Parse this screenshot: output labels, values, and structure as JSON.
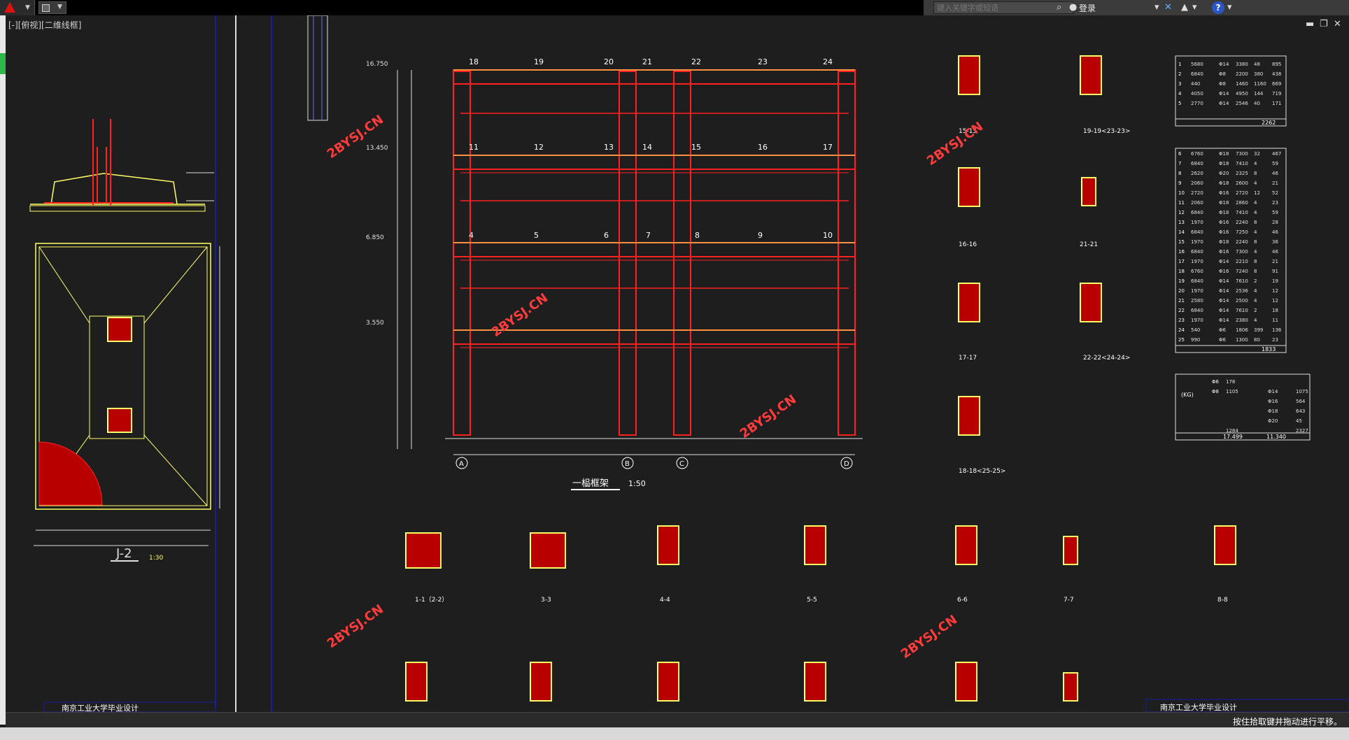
{
  "titlebar": {
    "search_placeholder": "键入关键字或短语",
    "login_label": "登录",
    "help_label": "?"
  },
  "viewport": {
    "label": "[-][俯视][二维线框]"
  },
  "drawing": {
    "main_title": "一榀框架",
    "main_scale": "1:50",
    "foundation_label": "J-2",
    "foundation_scale": "1:30",
    "watermark": "2BYSJ.CN",
    "column_axes": [
      "A",
      "B",
      "C",
      "D"
    ],
    "beam_labels_top": [
      "18",
      "19",
      "20",
      "21",
      "22",
      "23",
      "24"
    ],
    "beam_labels_mid": [
      "11",
      "12",
      "13",
      "14",
      "15",
      "16",
      "17"
    ],
    "beam_labels_low": [
      "4",
      "5",
      "6",
      "7",
      "8",
      "9",
      "10"
    ],
    "elevations": [
      "16.750",
      "13.450",
      "6.850",
      "3.550"
    ],
    "sections_right": [
      "15-15",
      "19-19<23-23>",
      "16-16",
      "21-21",
      "17-17",
      "22-22<24-24>",
      "18-18<25-25>"
    ],
    "sections_bottom": [
      "1-1（2-2）",
      "3-3",
      "4-4",
      "5-5",
      "6-6",
      "7-7",
      "8-8"
    ],
    "table_a_rows": [
      [
        "1",
        "5680",
        "Φ14",
        "3380",
        "48",
        "895"
      ],
      [
        "2",
        "6840",
        "Φ8",
        "2200",
        "380",
        "438"
      ],
      [
        "3",
        "440",
        "Φ8",
        "1460",
        "1160",
        "669"
      ],
      [
        "4",
        "4050",
        "Φ14",
        "4950",
        "144",
        "719"
      ],
      [
        "5",
        "2770",
        "Φ14",
        "2546",
        "40",
        "171"
      ]
    ],
    "table_a_total": "2262",
    "table_b_rows": [
      [
        "6",
        "6760",
        "Φ18",
        "7300",
        "32",
        "467"
      ],
      [
        "7",
        "6840",
        "Φ18",
        "7410",
        "4",
        "59"
      ],
      [
        "8",
        "2620",
        "Φ20",
        "2325",
        "8",
        "46"
      ],
      [
        "9",
        "2060",
        "Φ18",
        "2600",
        "4",
        "21"
      ],
      [
        "10",
        "2720",
        "Φ16",
        "2720",
        "12",
        "52"
      ],
      [
        "11",
        "2060",
        "Φ18",
        "2860",
        "4",
        "23"
      ],
      [
        "12",
        "6840",
        "Φ18",
        "7410",
        "4",
        "59"
      ],
      [
        "13",
        "1970",
        "Φ16",
        "2240",
        "8",
        "28"
      ],
      [
        "14",
        "6840",
        "Φ16",
        "7250",
        "4",
        "46"
      ],
      [
        "15",
        "1970",
        "Φ18",
        "2240",
        "8",
        "36"
      ],
      [
        "16",
        "6840",
        "Φ16",
        "7300",
        "4",
        "46"
      ],
      [
        "17",
        "1970",
        "Φ14",
        "2210",
        "8",
        "21"
      ],
      [
        "18",
        "6760",
        "Φ16",
        "7240",
        "8",
        "91"
      ],
      [
        "19",
        "6840",
        "Φ14",
        "7610",
        "2",
        "19"
      ],
      [
        "20",
        "1970",
        "Φ14",
        "2536",
        "4",
        "12"
      ],
      [
        "21",
        "2580",
        "Φ14",
        "2500",
        "4",
        "12"
      ],
      [
        "22",
        "6840",
        "Φ14",
        "7610",
        "2",
        "18"
      ],
      [
        "23",
        "1970",
        "Φ14",
        "2380",
        "4",
        "11"
      ],
      [
        "24",
        "540",
        "Φ6",
        "1806",
        "399",
        "136"
      ],
      [
        "25",
        "990",
        "Φ6",
        "1300",
        "80",
        "23"
      ]
    ],
    "table_b_total": "1833",
    "table_c_unit": "(KG)",
    "table_c_rows": [
      [
        "Φ6",
        "178",
        "",
        ""
      ],
      [
        "Φ8",
        "1105",
        "Φ14",
        "1075"
      ],
      [
        "",
        "",
        "Φ16",
        "564"
      ],
      [
        "",
        "",
        "Φ18",
        "643"
      ],
      [
        "",
        "",
        "Φ20",
        "45"
      ],
      [
        "",
        "1284",
        "",
        "2327"
      ]
    ],
    "table_c_totals": [
      "17.499",
      "11.340"
    ],
    "footer_text_left": "南京工业大学毕业设计",
    "footer_text_right": "南京工业大学毕业设计"
  },
  "status": {
    "message": "按住拾取键并拖动进行平移。"
  },
  "colors": {
    "beam": "#ff2020",
    "outline": "#ffff66",
    "dim": "#e0e0e0",
    "rebar_mark": "#ff3030",
    "axis": "#ffffff",
    "frame": "#1a1aa8",
    "watermark": "#ff3b3b"
  }
}
